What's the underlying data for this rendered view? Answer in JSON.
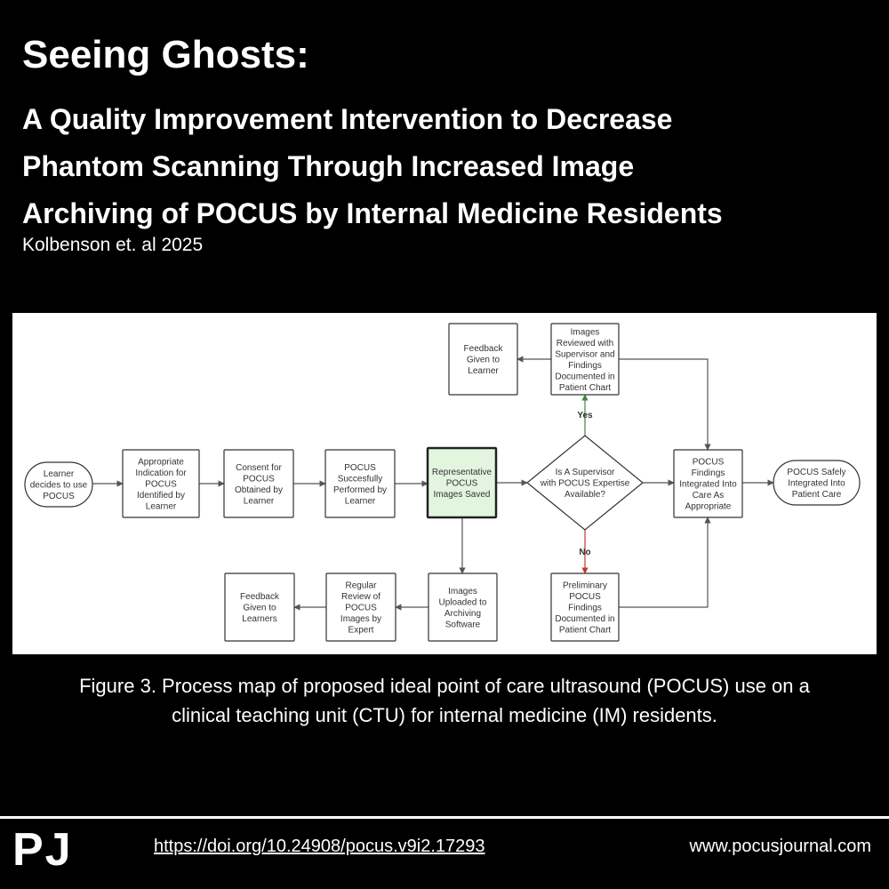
{
  "header": {
    "title": "Seeing Ghosts:",
    "subtitle_lines": [
      "A Quality Improvement Intervention to Decrease",
      "Phantom Scanning Through Increased Image",
      "Archiving of POCUS by Internal Medicine Residents"
    ],
    "citation": "Kolbenson et. al 2025"
  },
  "diagram": {
    "nodes": {
      "learner_decides": [
        "Learner",
        "decides to use",
        "POCUS"
      ],
      "appropriate_indication": [
        "Appropriate",
        "Indication for",
        "POCUS",
        "Identified by",
        "Learner"
      ],
      "consent": [
        "Consent for",
        "POCUS",
        "Obtained by",
        "Learner"
      ],
      "pocus_performed": [
        "POCUS",
        "Succesfully",
        "Performed by",
        "Learner"
      ],
      "images_saved": [
        "Representative",
        "POCUS",
        "Images Saved"
      ],
      "supervisor_decision": [
        "Is A Supervisor",
        "with POCUS Expertise",
        "Available?"
      ],
      "findings_integrated": [
        "POCUS",
        "Findings",
        "Integrated Into",
        "Care As",
        "Appropriate"
      ],
      "safely_integrated": [
        "POCUS Safely",
        "Integrated Into",
        "Patient Care"
      ],
      "images_reviewed": [
        "Images",
        "Reviewed with",
        "Supervisor and",
        "Findings",
        "Documented in",
        "Patient Chart"
      ],
      "feedback_learner": [
        "Feedback",
        "Given to",
        "Learner"
      ],
      "preliminary_findings": [
        "Preliminary",
        "POCUS",
        "Findings",
        "Documented in",
        "Patient Chart"
      ],
      "images_uploaded": [
        "Images",
        "Uploaded to",
        "Archiving",
        "Software"
      ],
      "regular_review": [
        "Regular",
        "Review of",
        "POCUS",
        "Images by",
        "Expert"
      ],
      "feedback_learners": [
        "Feedback",
        "Given to",
        "Learners"
      ]
    },
    "edge_labels": {
      "yes": "Yes",
      "no": "No"
    },
    "colors": {
      "highlight": "#e2f6df",
      "yes_arrow": "#3a8a3a",
      "no_arrow": "#c0392b",
      "line": "#555555"
    }
  },
  "caption_lines": [
    "Figure 3. Process map of proposed ideal point of care ultrasound (POCUS) use on a",
    "clinical teaching unit (CTU) for internal medicine (IM) residents."
  ],
  "footer": {
    "logo": "PJ",
    "doi": "https://doi.org/10.24908/pocus.v9i2.17293",
    "website": "www.pocusjournal.com"
  }
}
